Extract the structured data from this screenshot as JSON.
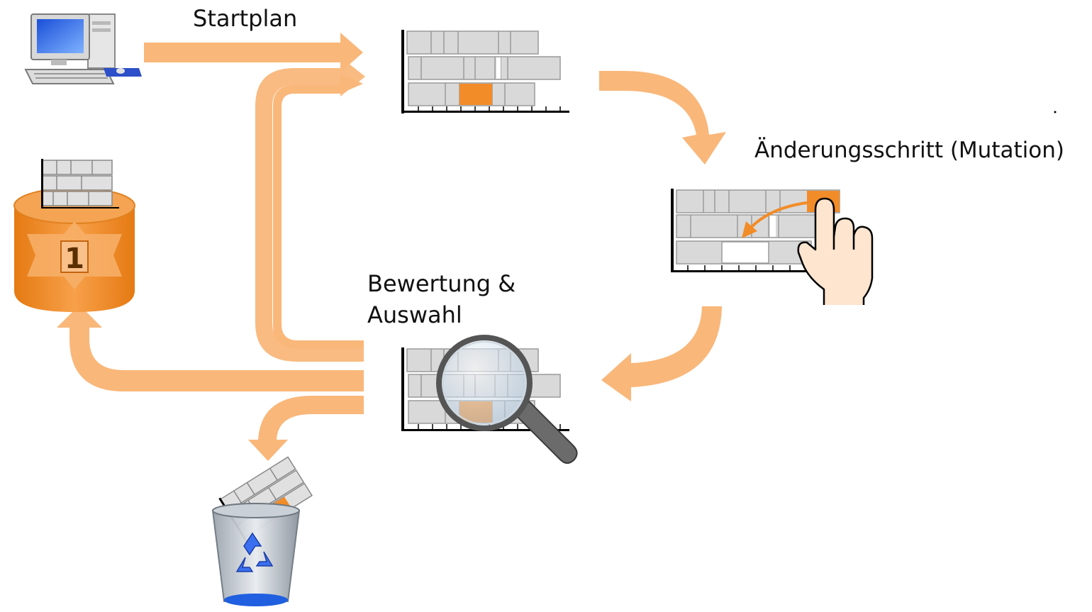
{
  "labels": {
    "startplan": "Startplan",
    "mutation": "Änderungsschritt (Mutation)",
    "evaluation_line1": "Bewertung &",
    "evaluation_line2": "Auswahl"
  },
  "best_badge": "1",
  "colors": {
    "arrow": "#f9b77a",
    "orange": "#f28c28",
    "block": "#d9d9d9",
    "block_border": "#9a9a9a",
    "axis": "#000000"
  },
  "icons": [
    "computer-icon",
    "database-icon",
    "hand-icon",
    "magnifier-icon",
    "trash-icon",
    "recycle-icon"
  ]
}
